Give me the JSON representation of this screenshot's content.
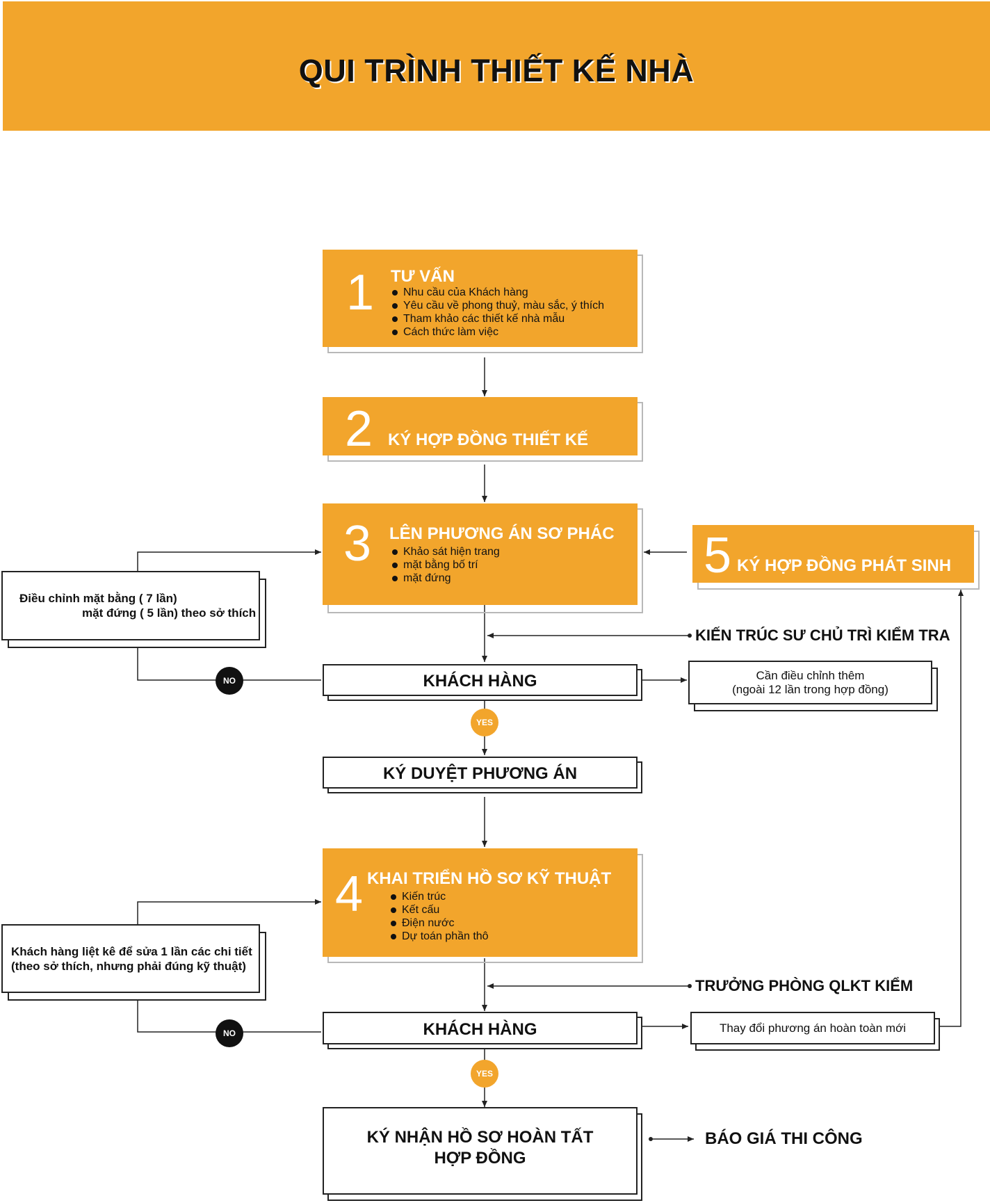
{
  "header": {
    "title": "QUI TRÌNH THIẾT KẾ NHÀ"
  },
  "steps": {
    "s1": {
      "number": "1",
      "title": "TƯ VẤN",
      "items": [
        "Nhu cầu của Khách hàng",
        "Yêu cầu về phong thuỷ, màu sắc, ý thích",
        "Tham khảo các thiết kế nhà mẫu",
        "Cách thức làm việc"
      ]
    },
    "s2": {
      "number": "2",
      "title": "KÝ HỢP ĐỒNG THIẾT KẾ"
    },
    "s3": {
      "number": "3",
      "title": "LÊN PHƯƠNG ÁN SƠ PHÁC",
      "items": [
        "Khảo sát hiện trang",
        "mặt bằng bố trí",
        "mặt đứng"
      ]
    },
    "s4": {
      "number": "4",
      "title": "KHAI TRIỂN HỒ SƠ KỸ THUẬT",
      "items": [
        "Kiến trúc",
        "Kết cấu",
        "Điện nước",
        "Dự toán phần thô"
      ]
    },
    "s5": {
      "number": "5",
      "title": "KÝ HỢP ĐỒNG PHÁT SINH"
    }
  },
  "boxes": {
    "adjust1_line1": "Điều chỉnh  mặt bằng ( 7 lần)",
    "adjust1_line2": "mặt đứng ( 5 lần) theo sở thích",
    "customer1": "KHÁCH HÀNG",
    "extra_line1": "Cần điều chỉnh thêm",
    "extra_line2": "(ngoài 12 lần trong hợp đồng)",
    "approve": "KÝ DUYỆT PHƯƠNG ÁN",
    "adjust2_line1": "Khách hàng liệt kê để sửa 1 lần các chi tiết",
    "adjust2_line2": "(theo sở thích, nhưng phải đúng kỹ thuật)",
    "customer2": "KHÁCH HÀNG",
    "change": "Thay đổi phương án hoàn toàn mới",
    "final_line1": "KÝ NHẬN HỒ SƠ HOÀN TẤT",
    "final_line2": "HỢP ĐỒNG"
  },
  "labels": {
    "architect_check": "KIẾN TRÚC SƯ CHỦ TRÌ KIỂM TRA",
    "head_check": "TRƯỞNG PHÒNG QLKT KIỂM",
    "quote": "BÁO GIÁ THI CÔNG",
    "no1": "NO",
    "yes1": "YES",
    "no2": "NO",
    "yes2": "YES"
  },
  "colors": {
    "accent": "#f2a52c",
    "text": "#111111",
    "line": "#222222"
  }
}
